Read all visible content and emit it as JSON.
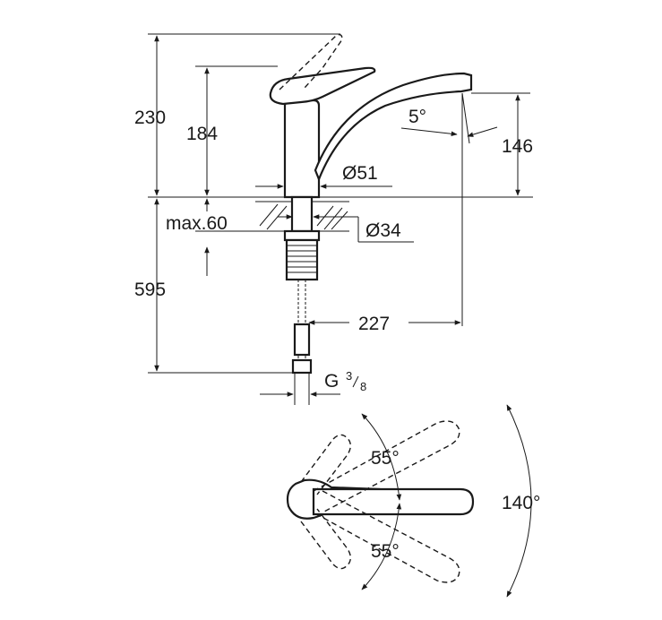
{
  "diagram": {
    "dimensions": {
      "overall_height": "230",
      "lever_height": "184",
      "below_counter": "595",
      "spout_height": "146",
      "spout_angle": "5°",
      "base_diameter": "Ø51",
      "hole_diameter": "Ø34",
      "max_thickness": "max.60",
      "spout_reach": "227",
      "thread_letter": "G",
      "thread_num": "3",
      "thread_den": "8"
    },
    "rotation": {
      "lever_up_angle": "55°",
      "lever_down_angle": "55°",
      "spout_swivel": "140°"
    }
  }
}
